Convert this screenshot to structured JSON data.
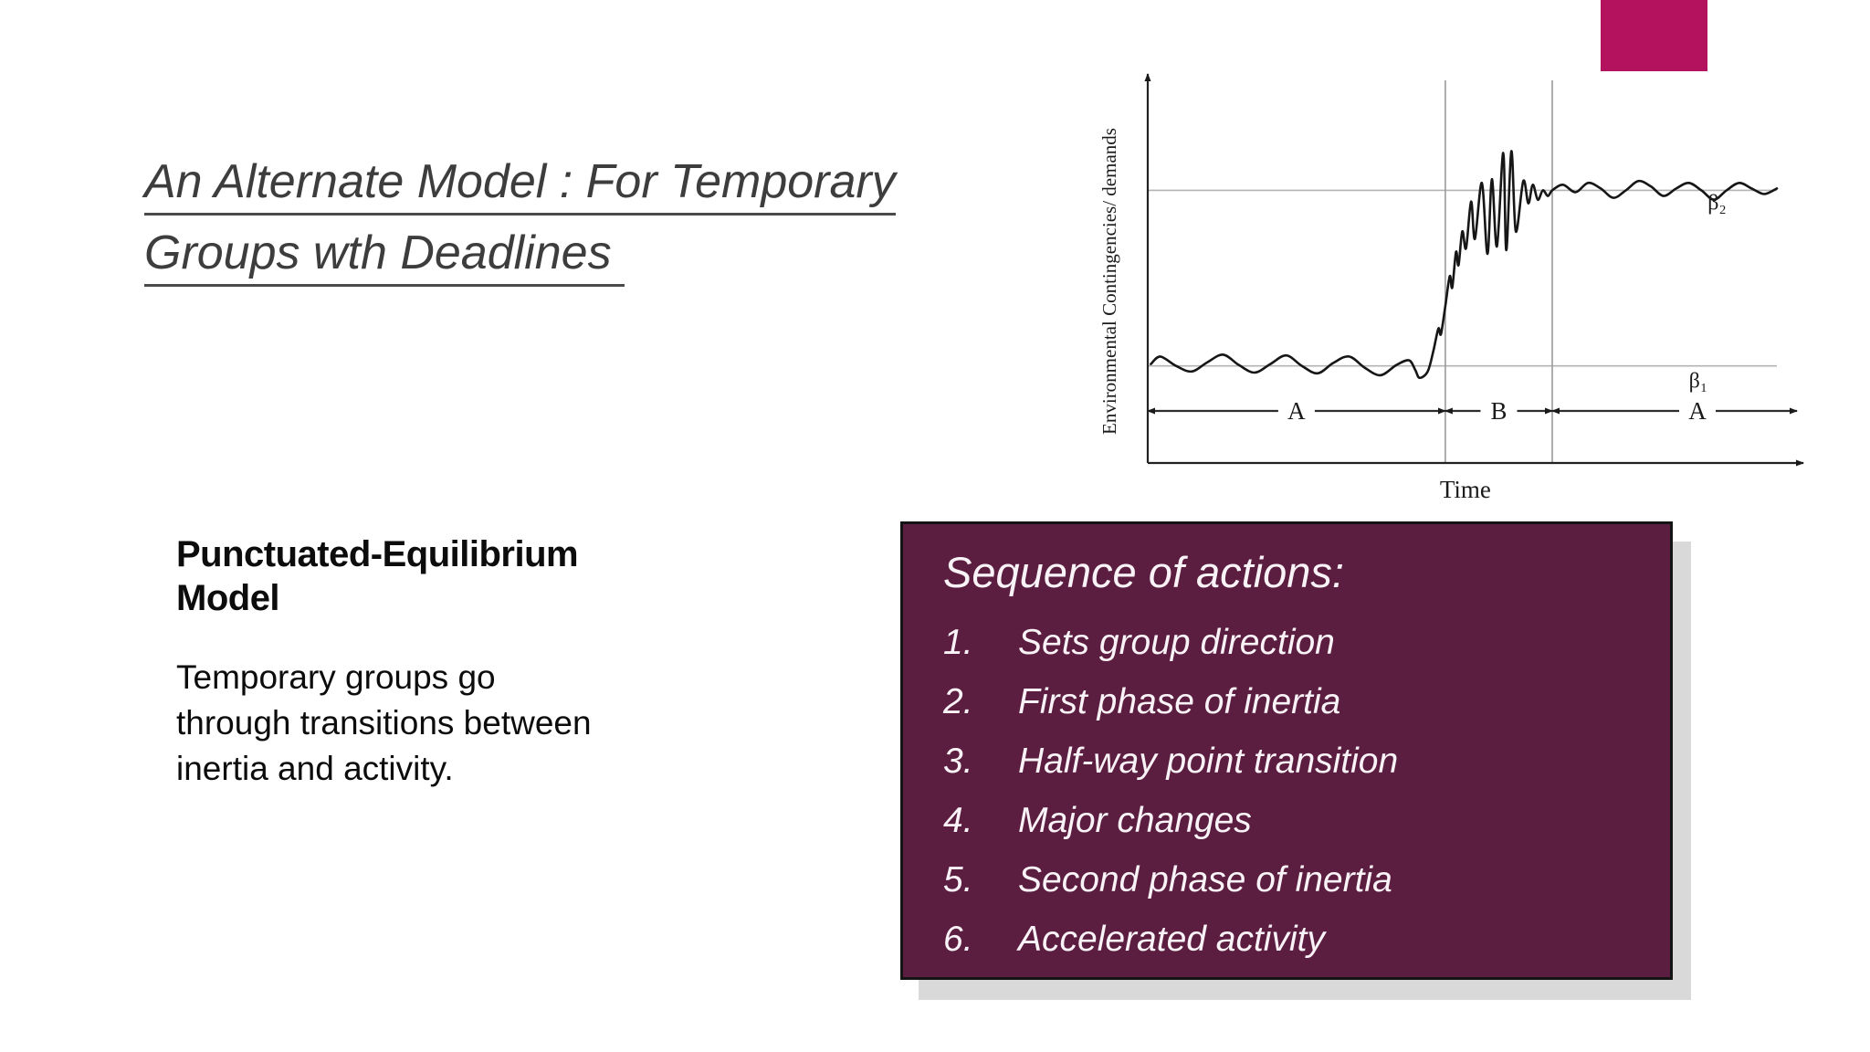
{
  "slide": {
    "accent_color": "#b4115f",
    "title_color": "#3d3d3d",
    "title_lines": [
      "An Alternate Model : For Temporary",
      "Groups wth Deadlines "
    ],
    "left_panel": {
      "heading_lines": [
        "Punctuated-Equilibrium",
        "Model"
      ],
      "body_lines": [
        "Temporary groups go",
        "through transitions between",
        "inertia and activity."
      ]
    },
    "sequence_box": {
      "bg_color": "#5b1e40",
      "border_color": "#141414",
      "shadow_color": "#d9d9d9",
      "text_color": "#f9f3f7",
      "title": "Sequence of actions:",
      "items": [
        {
          "num": "1.",
          "text": "Sets group direction"
        },
        {
          "num": "2.",
          "text": "First phase of inertia"
        },
        {
          "num": "3.",
          "text": "Half-way point transition"
        },
        {
          "num": "4.",
          "text": "Major changes"
        },
        {
          "num": "5.",
          "text": "Second phase of inertia"
        },
        {
          "num": "6.",
          "text": "Accelerated activity"
        }
      ]
    }
  },
  "chart_data": {
    "type": "line",
    "xlabel": "Time",
    "ylabel": "Environmental Contingencies/ demands",
    "grid": false,
    "axis_numeric": false,
    "legend": "none",
    "levels": [
      {
        "label": "β₁",
        "value": 0.26
      },
      {
        "label": "β₂",
        "value": 0.73
      }
    ],
    "phases": [
      {
        "label": "A",
        "x0": 0.0,
        "x1": 0.473
      },
      {
        "label": "B",
        "x0": 0.473,
        "x1": 0.643
      },
      {
        "label": "A",
        "x0": 0.643,
        "x1": 1.0
      }
    ],
    "curve": [
      [
        0.005,
        0.265
      ],
      [
        0.02,
        0.285
      ],
      [
        0.045,
        0.26
      ],
      [
        0.07,
        0.245
      ],
      [
        0.095,
        0.27
      ],
      [
        0.12,
        0.29
      ],
      [
        0.145,
        0.262
      ],
      [
        0.17,
        0.242
      ],
      [
        0.195,
        0.265
      ],
      [
        0.22,
        0.288
      ],
      [
        0.245,
        0.26
      ],
      [
        0.27,
        0.24
      ],
      [
        0.295,
        0.268
      ],
      [
        0.32,
        0.285
      ],
      [
        0.345,
        0.255
      ],
      [
        0.37,
        0.235
      ],
      [
        0.395,
        0.262
      ],
      [
        0.415,
        0.275
      ],
      [
        0.425,
        0.25
      ],
      [
        0.432,
        0.228
      ],
      [
        0.445,
        0.245
      ],
      [
        0.454,
        0.3
      ],
      [
        0.462,
        0.36
      ],
      [
        0.466,
        0.345
      ],
      [
        0.473,
        0.42
      ],
      [
        0.48,
        0.5
      ],
      [
        0.484,
        0.47
      ],
      [
        0.49,
        0.565
      ],
      [
        0.494,
        0.53
      ],
      [
        0.5,
        0.62
      ],
      [
        0.506,
        0.575
      ],
      [
        0.514,
        0.7
      ],
      [
        0.52,
        0.6
      ],
      [
        0.531,
        0.75
      ],
      [
        0.54,
        0.56
      ],
      [
        0.547,
        0.76
      ],
      [
        0.555,
        0.58
      ],
      [
        0.565,
        0.83
      ],
      [
        0.57,
        0.57
      ],
      [
        0.578,
        0.835
      ],
      [
        0.585,
        0.62
      ],
      [
        0.597,
        0.755
      ],
      [
        0.605,
        0.695
      ],
      [
        0.612,
        0.745
      ],
      [
        0.62,
        0.705
      ],
      [
        0.628,
        0.73
      ],
      [
        0.636,
        0.715
      ],
      [
        0.643,
        0.73
      ],
      [
        0.66,
        0.745
      ],
      [
        0.68,
        0.725
      ],
      [
        0.7,
        0.75
      ],
      [
        0.72,
        0.735
      ],
      [
        0.74,
        0.71
      ],
      [
        0.76,
        0.73
      ],
      [
        0.78,
        0.755
      ],
      [
        0.8,
        0.74
      ],
      [
        0.82,
        0.715
      ],
      [
        0.84,
        0.735
      ],
      [
        0.86,
        0.75
      ],
      [
        0.88,
        0.73
      ],
      [
        0.9,
        0.705
      ],
      [
        0.92,
        0.73
      ],
      [
        0.94,
        0.75
      ],
      [
        0.96,
        0.735
      ],
      [
        0.98,
        0.72
      ],
      [
        1.0,
        0.735
      ]
    ]
  }
}
